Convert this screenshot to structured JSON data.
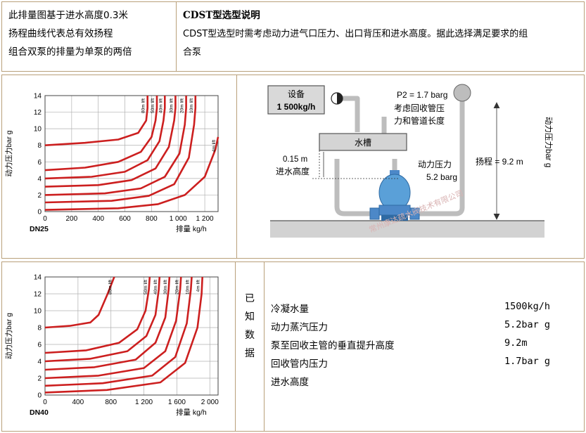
{
  "header": {
    "left_lines": [
      "此排量图基于进水高度0.3米",
      "扬程曲线代表总有效扬程",
      "组合双泵的排量为单泵的两倍"
    ],
    "right_title": "CDST型选型说明",
    "right_lines": [
      "CDST型选型时需考虑动力进气口压力、出口背压和进水高度。据此选择满足要求的组",
      "合泵"
    ]
  },
  "chart_data": [
    {
      "type": "line",
      "model": "DN25",
      "ylabel": "动力压力bar g",
      "xlabel": "排量 kg/h",
      "xlim": [
        0,
        1300
      ],
      "ylim": [
        0,
        14
      ],
      "xticks": [
        "0",
        "200",
        "400",
        "600",
        "800",
        "1 000",
        "1 200"
      ],
      "yticks": [
        "0",
        "2",
        "4",
        "6",
        "8",
        "10",
        "12",
        "14"
      ],
      "series": [
        {
          "name": "80m lift",
          "x": [
            0,
            300,
            550,
            700,
            760,
            770,
            770
          ],
          "y": [
            8,
            8.3,
            8.7,
            9.5,
            11,
            12.5,
            14
          ]
        },
        {
          "name": "50m lift",
          "x": [
            0,
            300,
            550,
            720,
            800,
            830,
            840,
            840
          ],
          "y": [
            5,
            5.3,
            6,
            7.2,
            9,
            11,
            12.5,
            14
          ]
        },
        {
          "name": "40m lift",
          "x": [
            0,
            350,
            600,
            770,
            860,
            890,
            900,
            900
          ],
          "y": [
            4,
            4.2,
            4.8,
            6.2,
            8.5,
            11,
            12.5,
            14
          ]
        },
        {
          "name": "30m lift",
          "x": [
            0,
            400,
            650,
            830,
            930,
            970,
            980,
            980
          ],
          "y": [
            3,
            3.2,
            3.8,
            5.2,
            7.8,
            11,
            12.5,
            14
          ]
        },
        {
          "name": "20m lift",
          "x": [
            0,
            450,
            720,
            900,
            1010,
            1050,
            1060,
            1060
          ],
          "y": [
            2,
            2.2,
            2.8,
            4.2,
            7,
            10.5,
            12.5,
            14
          ]
        },
        {
          "name": "10m lift",
          "x": [
            0,
            500,
            780,
            970,
            1080,
            1120,
            1130,
            1130
          ],
          "y": [
            1.1,
            1.3,
            1.9,
            3.3,
            6.5,
            10.5,
            12.5,
            14
          ]
        },
        {
          "name": "4m lift",
          "x": [
            0,
            550,
            850,
            1050,
            1200,
            1280,
            1300
          ],
          "y": [
            0.2,
            0.4,
            0.9,
            2,
            4.2,
            7.5,
            9
          ]
        }
      ]
    },
    {
      "type": "line",
      "model": "DN40",
      "ylabel": "动力压力bar g",
      "xlabel": "排量 kg/h",
      "xlim": [
        0,
        2100
      ],
      "ylim": [
        0,
        14
      ],
      "xticks": [
        "0",
        "400",
        "800",
        "1 200",
        "1 600",
        "2 000"
      ],
      "yticks": [
        "0",
        "2",
        "4",
        "6",
        "8",
        "10",
        "12",
        "14"
      ],
      "series": [
        {
          "name": "80m lift",
          "x": [
            0,
            300,
            550,
            650,
            760,
            840
          ],
          "y": [
            8,
            8.2,
            8.6,
            9.5,
            12,
            14
          ]
        },
        {
          "name": "50m lift",
          "x": [
            0,
            500,
            900,
            1120,
            1220,
            1260,
            1270
          ],
          "y": [
            5,
            5.3,
            6.2,
            7.8,
            10,
            12.5,
            14
          ]
        },
        {
          "name": "40m lift",
          "x": [
            0,
            550,
            1000,
            1230,
            1340,
            1380,
            1390
          ],
          "y": [
            4,
            4.3,
            5.2,
            7,
            9.5,
            12.5,
            14
          ]
        },
        {
          "name": "30m lift",
          "x": [
            0,
            600,
            1100,
            1340,
            1460,
            1500,
            1510
          ],
          "y": [
            3,
            3.3,
            4.2,
            6.2,
            9.2,
            12.5,
            14
          ]
        },
        {
          "name": "20m lift",
          "x": [
            0,
            650,
            1200,
            1460,
            1590,
            1640,
            1650
          ],
          "y": [
            2,
            2.3,
            3.2,
            5.2,
            8.8,
            12.5,
            14
          ]
        },
        {
          "name": "10m lift",
          "x": [
            0,
            700,
            1300,
            1580,
            1720,
            1770,
            1780
          ],
          "y": [
            1.1,
            1.4,
            2.3,
            4.5,
            8.5,
            12.5,
            14
          ]
        },
        {
          "name": "4m lift",
          "x": [
            0,
            750,
            1400,
            1700,
            1850,
            1900,
            1910
          ],
          "y": [
            0.3,
            0.6,
            1.5,
            3.8,
            8,
            12,
            14
          ]
        }
      ]
    }
  ],
  "diagram": {
    "equipment_label": "设备",
    "equipment_load": "1 500kg/h",
    "p2_label": "P2 = 1.7 barg",
    "p2_note_1": "考虑回收管压",
    "p2_note_2": "力和管道长度",
    "tank_label": "水槽",
    "inlet_height": "0.15 m",
    "inlet_label": "进水高度",
    "motive_label": "动力压力",
    "motive_value": "5.2 barg",
    "lift_label": "扬程 = 9.2 m",
    "side_label": "动力压力bar g",
    "watermark": "常州康达疏水阀技术有限公司"
  },
  "known": {
    "heading_chars": [
      "已",
      "知",
      "数",
      "据"
    ],
    "rows": [
      {
        "label": "冷凝水量",
        "value": "1500kg/h"
      },
      {
        "label": "动力蒸汽压力",
        "value": "5.2bar g"
      },
      {
        "label": "泵至回收主管的垂直提升高度",
        "value": "9.2m"
      },
      {
        "label": "回收管内压力",
        "value": "1.7bar g"
      },
      {
        "label": "进水高度",
        "value": ""
      }
    ]
  },
  "colors": {
    "curve": "#cc1f1f",
    "border": "#b9a07a",
    "pipe": "#c8c8c8",
    "pump": "#5aa0d8"
  }
}
